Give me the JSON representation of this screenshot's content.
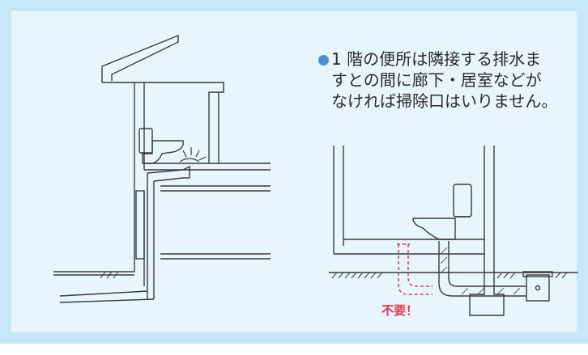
{
  "note": {
    "bullet_color": "#4a90d9",
    "lines": [
      "1 階の便所は隣接する排水ま",
      "すとの間に廊下・居室などが",
      "なければ掃除口はいりません。"
    ]
  },
  "caption": {
    "text": "不要！",
    "color": "#e8364a"
  },
  "colors": {
    "background": "#e7f5fc",
    "border": "#c6e8f8",
    "line": "#3a3a3a",
    "dashed": "#e8364a"
  }
}
